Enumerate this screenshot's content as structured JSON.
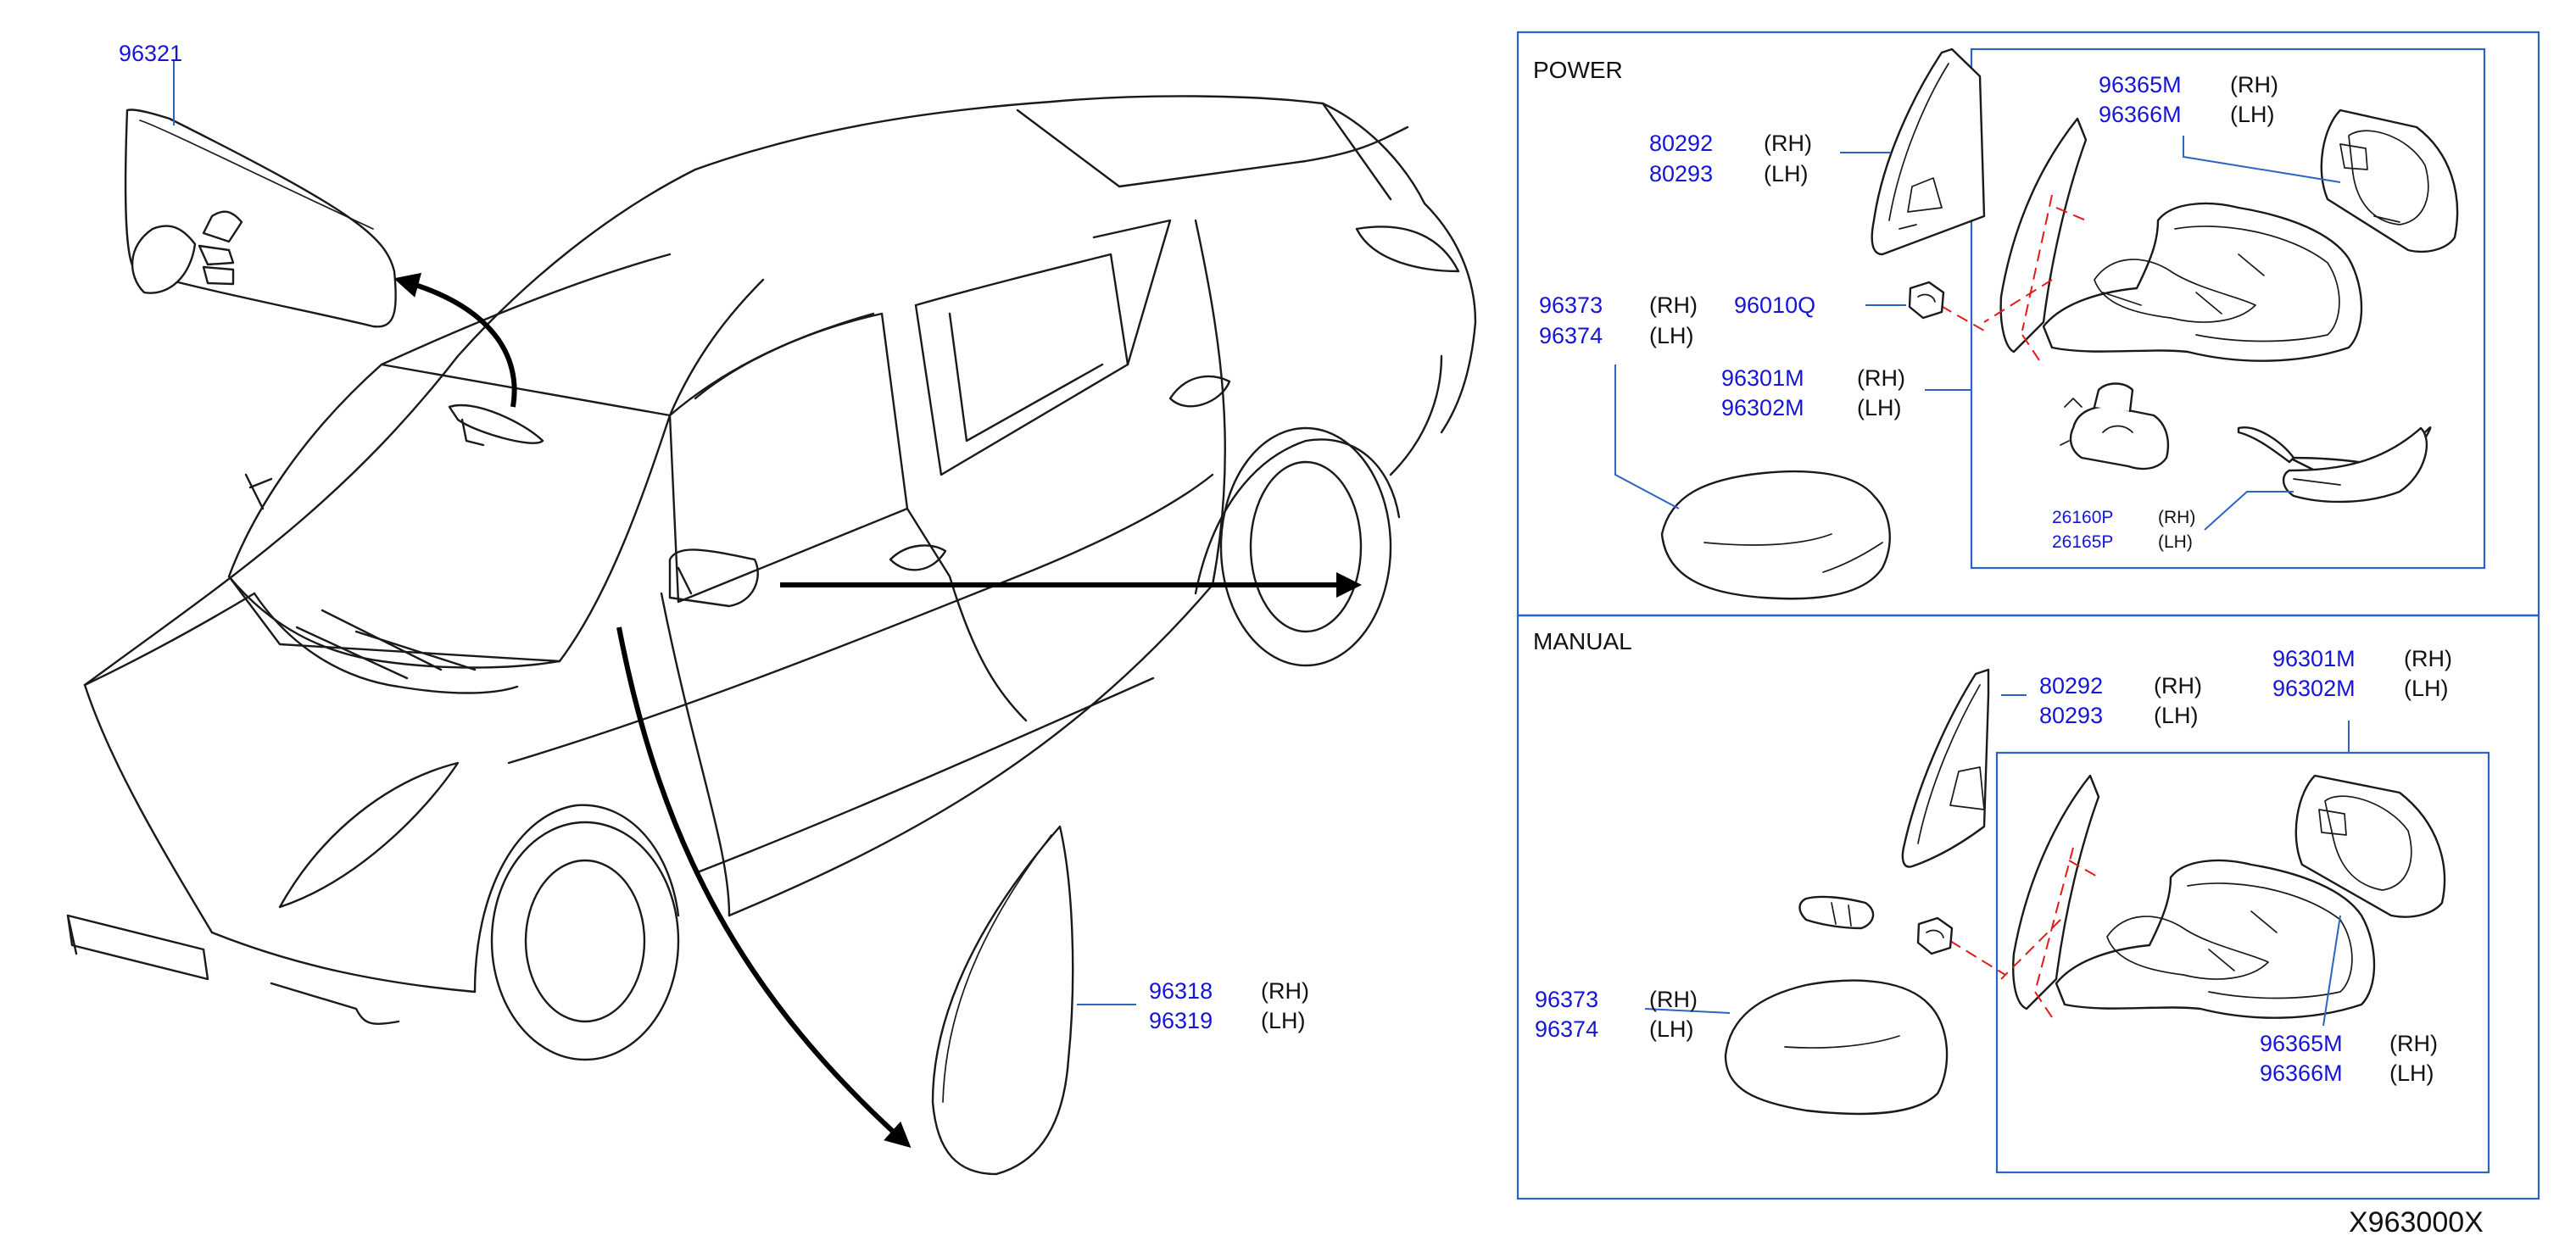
{
  "drawing_code": "X963000X",
  "sections": {
    "power": {
      "title": "POWER",
      "labels": [
        {
          "pn": [
            "80292",
            "80293"
          ],
          "side": [
            "(RH)",
            "(LH)"
          ]
        },
        {
          "pn": [
            "96365M",
            "96366M"
          ],
          "side": [
            "(RH)",
            "(LH)"
          ]
        },
        {
          "pn": [
            "96373",
            "96374"
          ],
          "side": [
            "(RH)",
            "(LH)"
          ]
        },
        {
          "pn": [
            "96010Q"
          ],
          "side": []
        },
        {
          "pn": [
            "96301M",
            "96302M"
          ],
          "side": [
            "(RH)",
            "(LH)"
          ]
        },
        {
          "pn": [
            "26160P",
            "26165P"
          ],
          "side": [
            "(RH)",
            "(LH)"
          ]
        }
      ]
    },
    "manual": {
      "title": "MANUAL",
      "labels": [
        {
          "pn": [
            "80292",
            "80293"
          ],
          "side": [
            "(RH)",
            "(LH)"
          ]
        },
        {
          "pn": [
            "96301M",
            "96302M"
          ],
          "side": [
            "(RH)",
            "(LH)"
          ]
        },
        {
          "pn": [
            "96373",
            "96374"
          ],
          "side": [
            "(RH)",
            "(LH)"
          ]
        },
        {
          "pn": [
            "96365M",
            "96366M"
          ],
          "side": [
            "(RH)",
            "(LH)"
          ]
        }
      ]
    }
  },
  "main": {
    "labels": [
      {
        "pn": [
          "96321"
        ],
        "side": []
      },
      {
        "pn": [
          "96318",
          "96319"
        ],
        "side": [
          "(RH)",
          "(LH)"
        ]
      }
    ]
  },
  "icons": [
    "car-outline",
    "inside-rearview-mirror",
    "outside-door-mirror",
    "mirror-glass",
    "door-corner-finisher",
    "mirror-cover",
    "mirror-base-nut",
    "mirror-motor",
    "side-turn-lamp",
    "leader-arrow"
  ],
  "colors": {
    "part_number": "#1515d8",
    "leader_line": "#2a64c4",
    "exploded_guide": "#e41a1a",
    "line_art": "#1a1a1a"
  }
}
